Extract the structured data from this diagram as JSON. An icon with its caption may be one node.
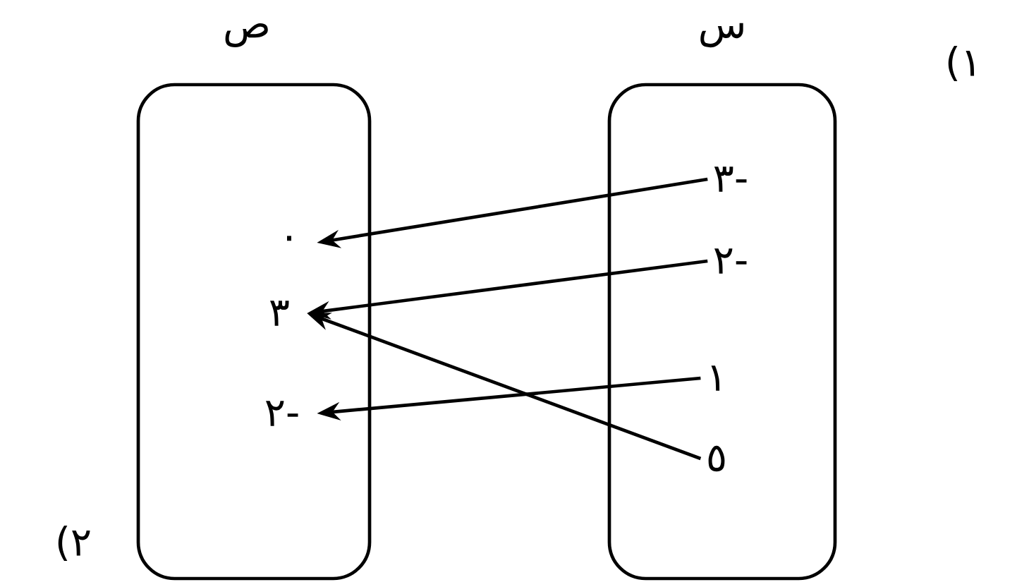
{
  "diagram": {
    "nodes": [
      {
        "text": [
          "ص"
        ]
      },
      {
        "text": [
          "٠"
        ],
        "in": 0
      },
      {
        "text": [
          "٣"
        ],
        "in": 0
      },
      {
        "text": [
          "٢-"
        ],
        "in": 0
      },
      {
        "text": [
          "س"
        ]
      },
      {
        "text": [
          "٣-"
        ],
        "in": 4
      },
      {
        "text": [
          "٢-"
        ],
        "in": 4
      },
      {
        "text": [
          "١"
        ],
        "in": 4
      },
      {
        "text": [
          "٥"
        ],
        "in": 4
      }
    ],
    "edges": [
      {
        "from": 5,
        "to": 1,
        "arrow": "to"
      },
      {
        "from": 6,
        "to": 2,
        "arrow": "to"
      },
      {
        "from": 7,
        "to": 3,
        "arrow": "to"
      },
      {
        "from": 8,
        "to": 2,
        "arrow": "to"
      }
    ],
    "labels": [
      "(١",
      "(٢"
    ]
  }
}
